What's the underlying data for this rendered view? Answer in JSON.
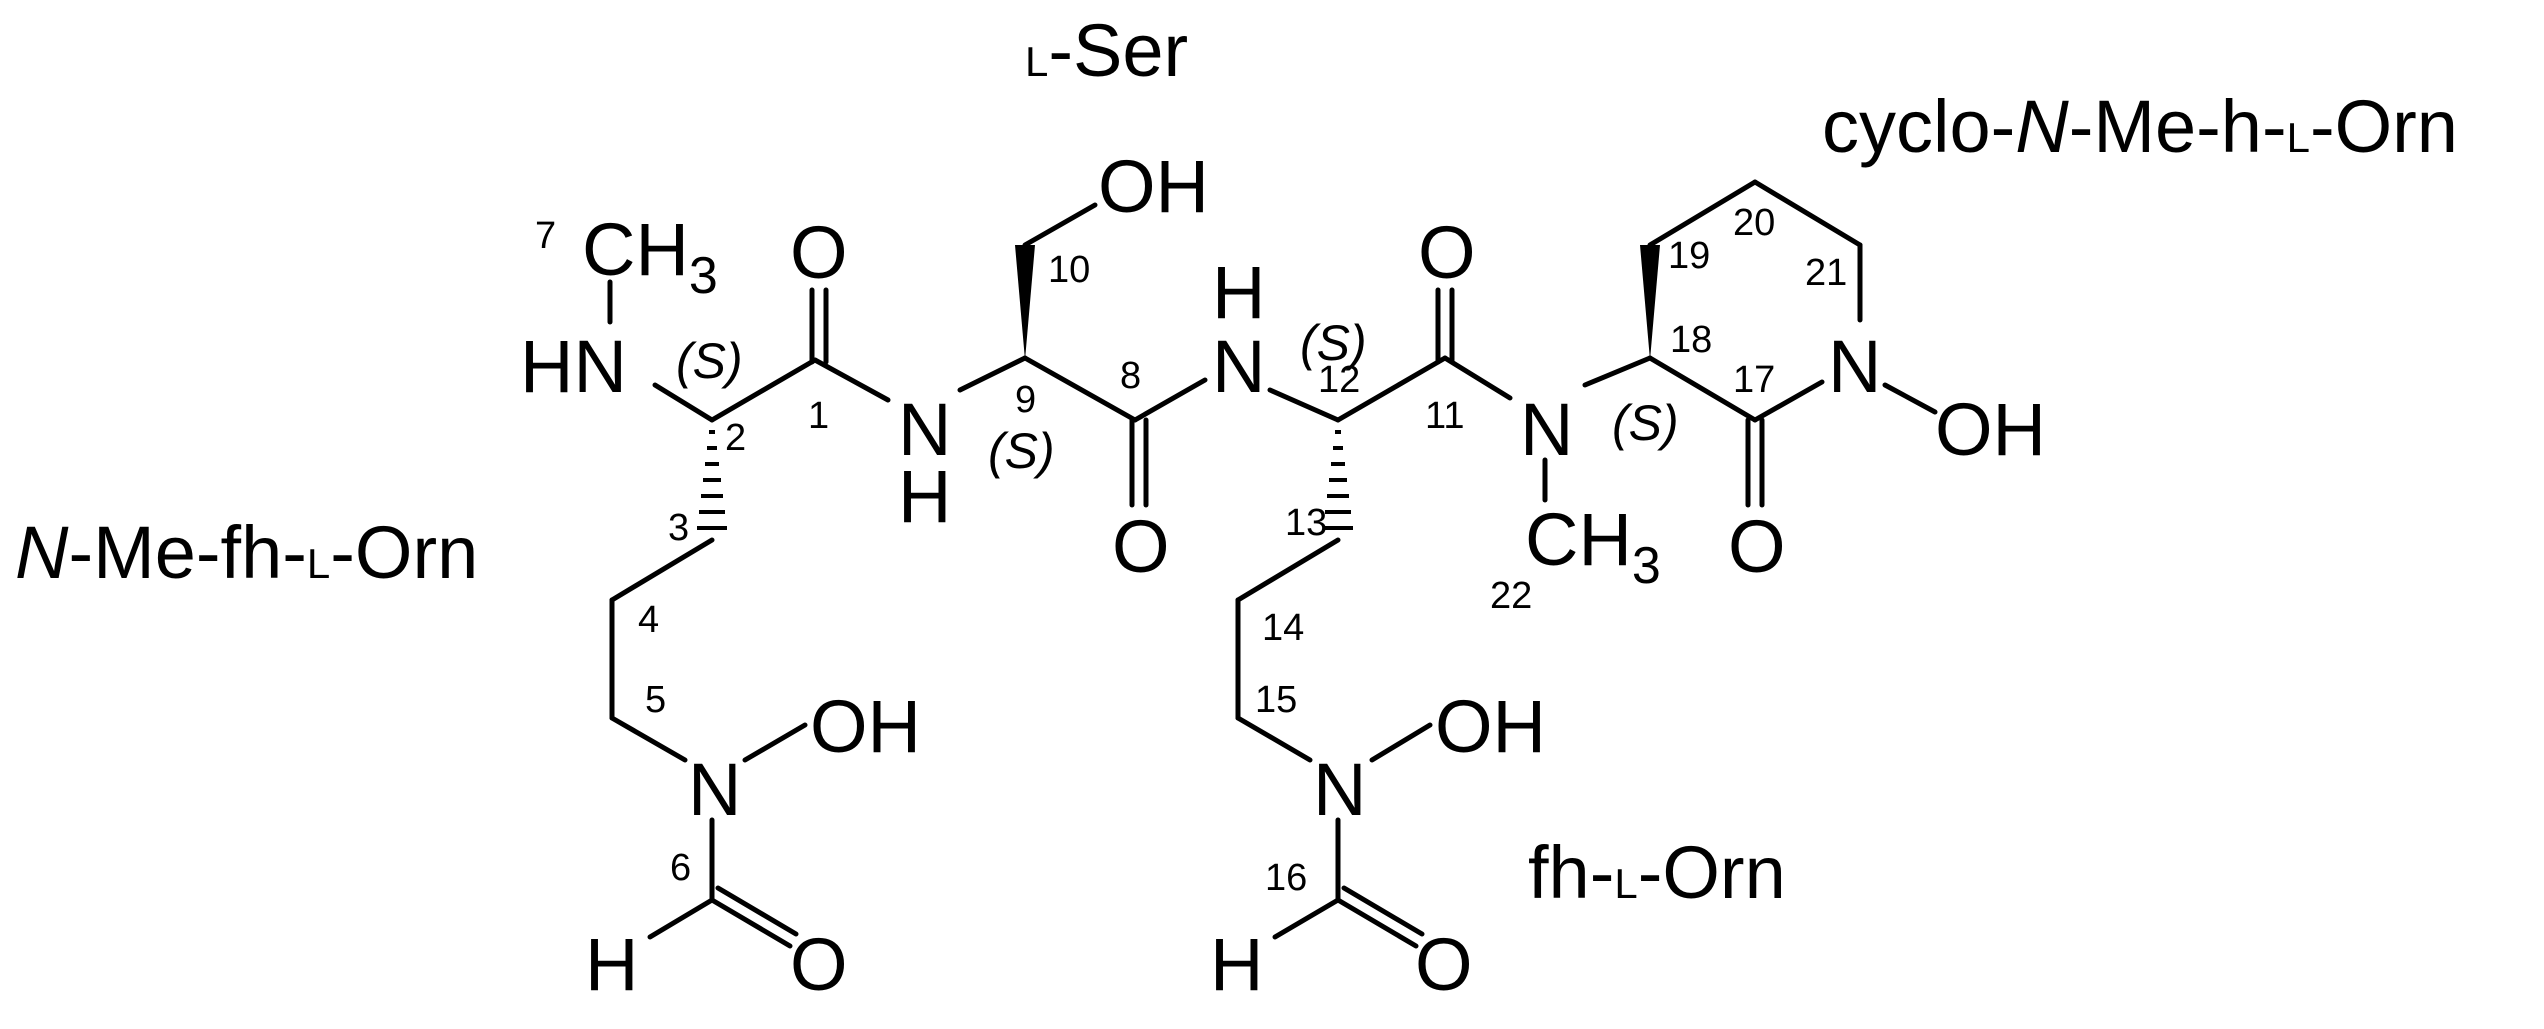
{
  "residues": {
    "n_me_fh_orn": {
      "italic": "N",
      "text": "-Me-fh-",
      "small": "L",
      "tail": "-Orn"
    },
    "l_ser": {
      "small": "L",
      "tail": "-Ser"
    },
    "cyclo_n_me_h_orn": {
      "text": "cyclo-",
      "italic": "N",
      "text2": "-Me-h-",
      "small": "L",
      "tail": "-Orn"
    },
    "fh_orn": {
      "text": "fh-",
      "small": "L",
      "tail": "-Orn"
    }
  },
  "atoms": {
    "c7_c": "CH",
    "c7_sub": "3",
    "n_me": "HN",
    "o1": "O",
    "n_ser_n": "N",
    "n_ser_h": "H",
    "oh_ser": "OH",
    "o8": "O",
    "n12_h": "H",
    "n12_n": "N",
    "o11": "O",
    "n22": "N",
    "c22_c": "CH",
    "c22_sub": "3",
    "n_ring": "N",
    "oh_ring": "OH",
    "o17": "O",
    "n_left": "N",
    "oh_left": "OH",
    "h6": "H",
    "o6": "O",
    "n_right": "N",
    "oh_right": "OH",
    "h16": "H",
    "o16": "O"
  },
  "stereo": {
    "s2": "(S)",
    "s9": "(S)",
    "s12": "(S)",
    "s18": "(S)"
  },
  "locants": {
    "n1": "1",
    "n2": "2",
    "n3": "3",
    "n4": "4",
    "n5": "5",
    "n6": "6",
    "n7": "7",
    "n8": "8",
    "n9": "9",
    "n10": "10",
    "n11": "11",
    "n12": "12",
    "n13": "13",
    "n14": "14",
    "n15": "15",
    "n16": "16",
    "n17": "17",
    "n18": "18",
    "n19": "19",
    "n20": "20",
    "n21": "21",
    "n22": "22"
  }
}
